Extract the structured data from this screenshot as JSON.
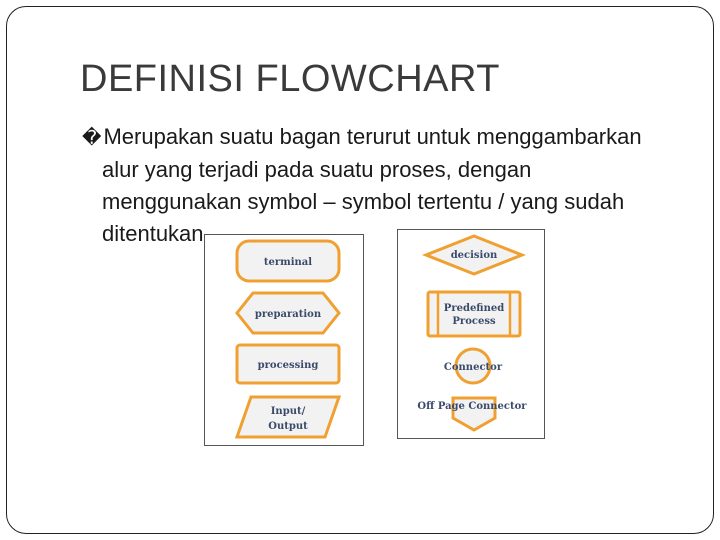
{
  "slide": {
    "title": "DEFINISI FLOWCHART",
    "bullet_glyph": "�",
    "bullet_text": "Merupakan suatu bagan terurut untuk menggambarkan alur yang terjadi pada suatu proses, dengan menggunakan symbol – symbol tertentu / yang sudah ditentukan."
  },
  "left_panel": {
    "terminal": "terminal",
    "preparation": "preparation",
    "processing": "processing",
    "io_line1": "Input/",
    "io_line2": "Output"
  },
  "right_panel": {
    "decision": "decision",
    "predefined_line1": "Predefined",
    "predefined_line2": "Process",
    "connector": "Connector",
    "off_page": "Off Page Connector"
  },
  "colors": {
    "shape_fill": "#f2f2f2",
    "shape_stroke": "#f0a030",
    "label": "#3b4a6b",
    "title": "#3a3a3a"
  }
}
